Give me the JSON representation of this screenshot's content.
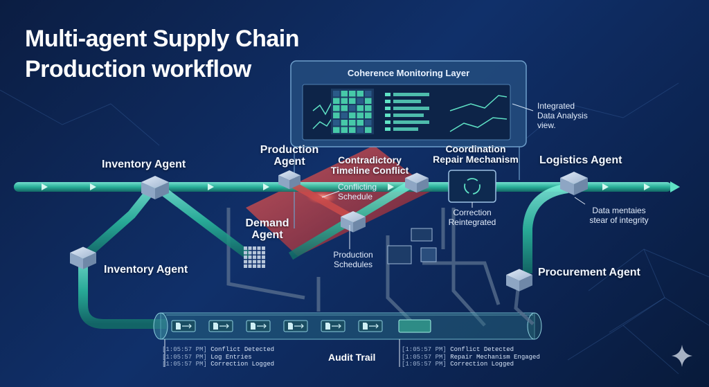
{
  "title_line1": "Multi-agent Supply Chain",
  "title_line2": "Production workflow",
  "monitoring": {
    "title": "Coherence Monitoring Layer",
    "note_line1": "Integrated",
    "note_line2": "Data Analysis",
    "note_line3": "view."
  },
  "agents": {
    "inventory_top": "Inventory Agent",
    "inventory_left": "Inventory Agent",
    "production_line1": "Production",
    "production_line2": "Agent",
    "demand_line1": "Demand",
    "demand_line2": "Agent",
    "logistics": "Logistics Agent",
    "procurement": "Procurement Agent"
  },
  "conflict": {
    "title_line1": "Contradictory",
    "title_line2": "Timeline Conflict",
    "detail_line1": "Conflicting",
    "detail_line2": "Schedule"
  },
  "repair": {
    "title_line1": "Coordination",
    "title_line2": "Repair Mechanism",
    "status_line1": "Correction",
    "status_line2": "Reintegrated"
  },
  "production_schedules_line1": "Production",
  "production_schedules_line2": "Schedules",
  "integrity_line1": "Data mentaies",
  "integrity_line2": "stear of integrity",
  "audit_trail": "Audit Trail",
  "log_left": [
    {
      "time": "[1:05:57 PM]",
      "text": "Conflict Detected"
    },
    {
      "time": "[1:05:57 PM]",
      "text": "Log Entries"
    },
    {
      "time": "[1:05:57 PM]",
      "text": "Correction Logged"
    }
  ],
  "log_right": [
    {
      "time": "[1:05:57 PM]",
      "text": "Conflict Detected"
    },
    {
      "time": "[1:05:57 PM]",
      "text": "Repair Mechanism Engaged"
    },
    {
      "time": "[1:05:57 PM]",
      "text": "Correction Logged"
    }
  ],
  "colors": {
    "flow": "#37d6b5",
    "conflict": "#d44a4a",
    "panel": "#1d4a7a"
  }
}
